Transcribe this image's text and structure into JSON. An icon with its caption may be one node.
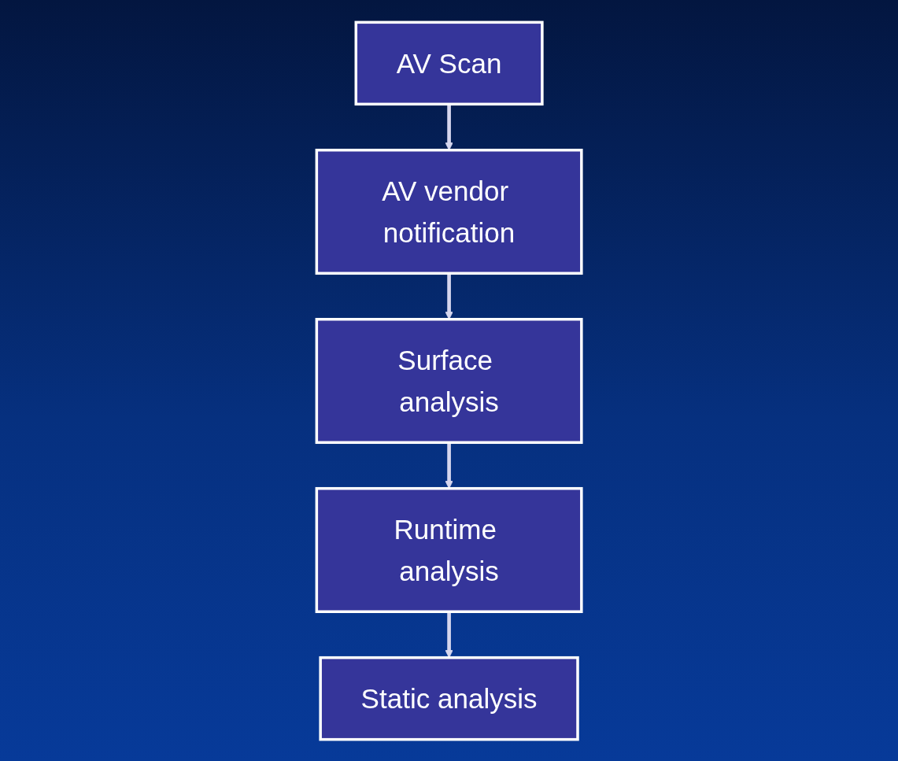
{
  "diagram": {
    "nodes": [
      {
        "text": [
          "AV Scan"
        ]
      },
      {
        "text": [
          "AV vendor notification"
        ]
      },
      {
        "text": [
          "Surface analysis"
        ]
      },
      {
        "text": [
          "Runtime analysis"
        ]
      },
      {
        "text": [
          "Static analysis"
        ]
      }
    ],
    "edges": [
      {
        "from": 0,
        "to": 1,
        "arrow": "to"
      },
      {
        "from": 1,
        "to": 2,
        "arrow": "to"
      },
      {
        "from": 2,
        "to": 3,
        "arrow": "to"
      },
      {
        "from": 3,
        "to": 4,
        "arrow": "to"
      }
    ]
  }
}
